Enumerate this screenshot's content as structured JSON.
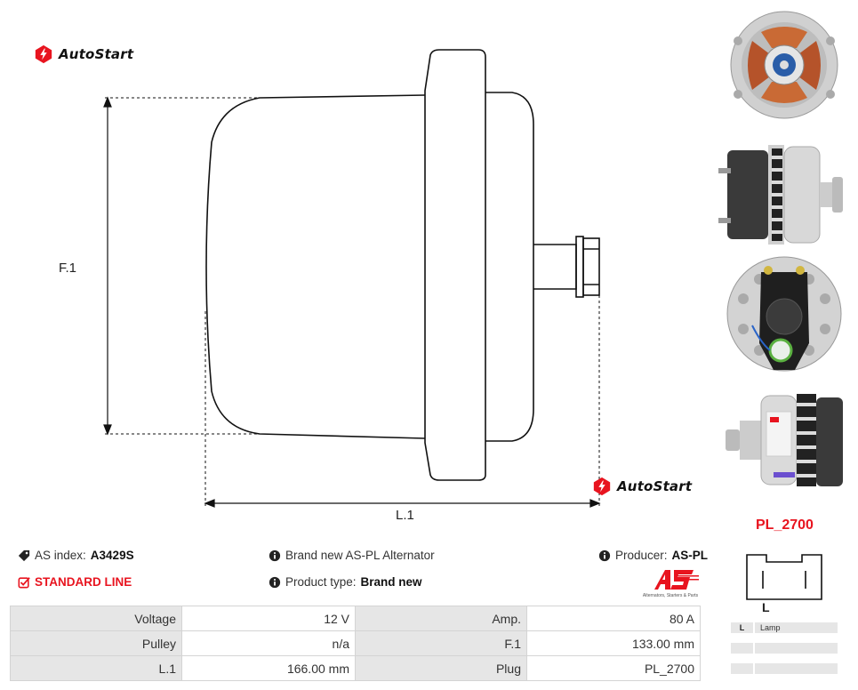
{
  "brand": {
    "logo_text": "AutoStart"
  },
  "dimensions": {
    "f1_label": "F.1",
    "l1_label": "L.1"
  },
  "thumbnails": [
    {
      "view": "rear-view"
    },
    {
      "view": "side-view"
    },
    {
      "view": "back-plate-view"
    },
    {
      "view": "label-side-view"
    }
  ],
  "plug": {
    "code": "PL_2700",
    "letter": "L",
    "pins": [
      {
        "key": "L",
        "value": "Lamp"
      },
      {
        "key": "",
        "value": ""
      },
      {
        "key": "",
        "value": ""
      }
    ]
  },
  "info": {
    "as_index_label": "AS index:",
    "as_index_value": "A3429S",
    "line_badge": "STANDARD LINE",
    "brand_new": "Brand new AS-PL Alternator",
    "product_type_label": "Product type:",
    "product_type_value": "Brand new",
    "producer_label": "Producer:",
    "producer_value": "AS-PL",
    "as_logo_tagline": "Alternators, Starters & Parts"
  },
  "specs": [
    {
      "k1": "Voltage",
      "v1": "12 V",
      "k2": "Amp.",
      "v2": "80 A"
    },
    {
      "k1": "Pulley",
      "v1": "n/a",
      "k2": "F.1",
      "v2": "133.00 mm"
    },
    {
      "k1": "L.1",
      "v1": "166.00 mm",
      "k2": "Plug",
      "v2": "PL_2700"
    }
  ],
  "colors": {
    "accent": "#e8141f",
    "cell_bg": "#e6e6e6"
  }
}
